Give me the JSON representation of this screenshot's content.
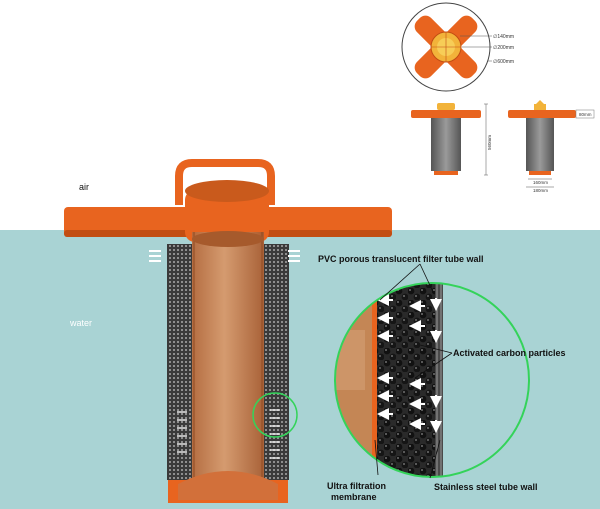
{
  "labels": {
    "air": "air",
    "water": "water",
    "pvc_tube_wall": "PVC porous translucent filter tube  wall",
    "activated_carbon": "Activated carbon particles",
    "ultra_filtration_line1": "Ultra filtration",
    "ultra_filtration_line2": "membrane",
    "stainless_wall": "Stainless steel tube wall"
  },
  "dimensions": {
    "d140": "∅140mm",
    "d200": "∅200mm",
    "d600": "∅600mm",
    "height_side": "560mm",
    "flange_thickness": "80mm",
    "width_160": "160mm",
    "width_180": "180mm"
  },
  "colors": {
    "water": "#a9d3d4",
    "orange": "#e8641f",
    "orange_dark": "#c24d12",
    "tube_fill": "#c9814f",
    "green_circle": "#34d35a"
  }
}
